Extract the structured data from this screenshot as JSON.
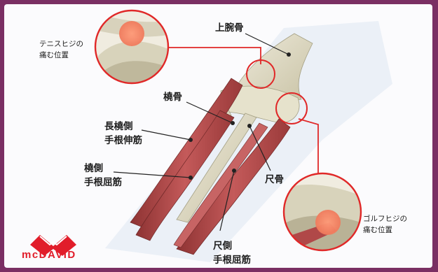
{
  "colors": {
    "frame": "#7a2f63",
    "background": "#fbfbfd",
    "highlight_circle": "#e02828",
    "muscle": "#b04848",
    "bone": "#e4e0c8",
    "logo_red": "#e11d2a"
  },
  "labels": {
    "humerus": "上腕骨",
    "radius": "橈骨",
    "ecr_line1": "長橈側",
    "ecr_line2": "手根伸筋",
    "fcr_line1": "橈側",
    "fcr_line2": "手根屈筋",
    "ulna": "尺骨",
    "fcu_line1": "尺側",
    "fcu_line2": "手根屈筋"
  },
  "callouts": {
    "tennis_line1": "テニスヒジの",
    "tennis_line2": "痛む位置",
    "golf_line1": "ゴルフヒジの",
    "golf_line2": "痛む位置"
  },
  "logo": {
    "icon": "mcdavid-m-logo-icon",
    "wordmark": "mcDAVID"
  }
}
